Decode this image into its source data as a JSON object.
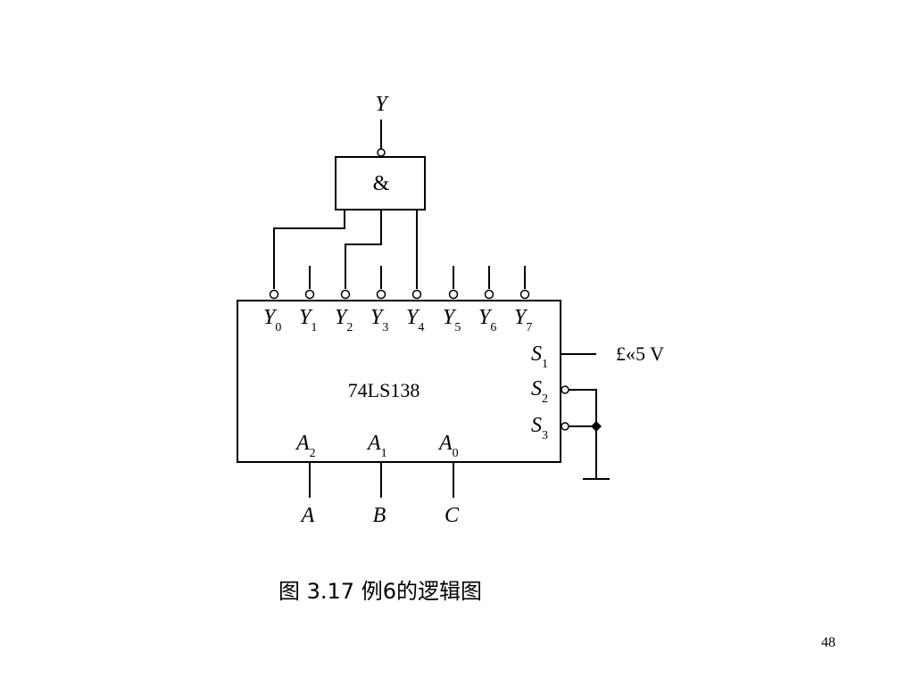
{
  "diagram": {
    "output_label": "Y",
    "gate_symbol": "&",
    "chip_name": "74LS138",
    "outputs": [
      {
        "letter": "Y",
        "sub": "0"
      },
      {
        "letter": "Y",
        "sub": "1"
      },
      {
        "letter": "Y",
        "sub": "2"
      },
      {
        "letter": "Y",
        "sub": "3"
      },
      {
        "letter": "Y",
        "sub": "4"
      },
      {
        "letter": "Y",
        "sub": "5"
      },
      {
        "letter": "Y",
        "sub": "6"
      },
      {
        "letter": "Y",
        "sub": "7"
      }
    ],
    "address_pins": [
      {
        "letter": "A",
        "sub": "2",
        "input": "A"
      },
      {
        "letter": "A",
        "sub": "1",
        "input": "B"
      },
      {
        "letter": "A",
        "sub": "0",
        "input": "C"
      }
    ],
    "enable_pins": [
      {
        "letter": "S",
        "sub": "1"
      },
      {
        "letter": "S",
        "sub": "2"
      },
      {
        "letter": "S",
        "sub": "3"
      }
    ],
    "supply_label": "£«5 V"
  },
  "caption": "图 3.17  例6的逻辑图",
  "page_number": "48"
}
